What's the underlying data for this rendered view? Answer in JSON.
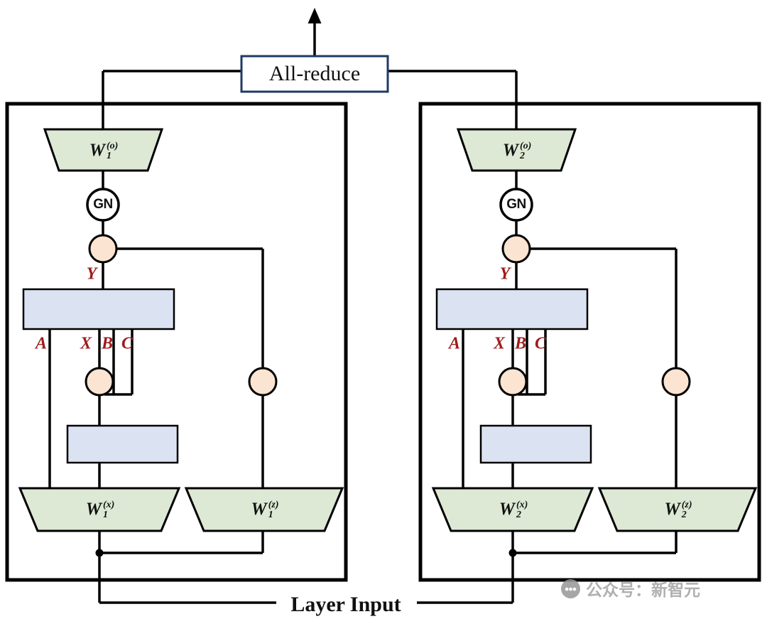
{
  "diagram": {
    "all_reduce": {
      "label": "All-reduce"
    },
    "layer_input": {
      "label": "Layer Input"
    },
    "gn_label": "GN",
    "units": [
      {
        "w_out": {
          "base": "W",
          "sub": "1",
          "sup": "(o)"
        },
        "w_x": {
          "base": "W",
          "sub": "1",
          "sup": "(x)"
        },
        "w_z": {
          "base": "W",
          "sub": "1",
          "sup": "(z)"
        },
        "labels": {
          "y": "Y",
          "a": "A",
          "x": "X",
          "b": "B",
          "c": "C"
        }
      },
      {
        "w_out": {
          "base": "W",
          "sub": "2",
          "sup": "(o)"
        },
        "w_x": {
          "base": "W",
          "sub": "2",
          "sup": "(x)"
        },
        "w_z": {
          "base": "W",
          "sub": "2",
          "sup": "(z)"
        },
        "labels": {
          "y": "Y",
          "a": "A",
          "x": "X",
          "b": "B",
          "c": "C"
        }
      }
    ],
    "colors": {
      "trapezoid_fill": "#dde9d5",
      "block_fill": "#dbe3f2",
      "circle_fill": "#fbe4d1",
      "line": "#000000",
      "red_label": "#9e1b1b",
      "all_reduce_border": "#1f3a63"
    },
    "watermark": {
      "text": "公众号：新智元"
    }
  }
}
